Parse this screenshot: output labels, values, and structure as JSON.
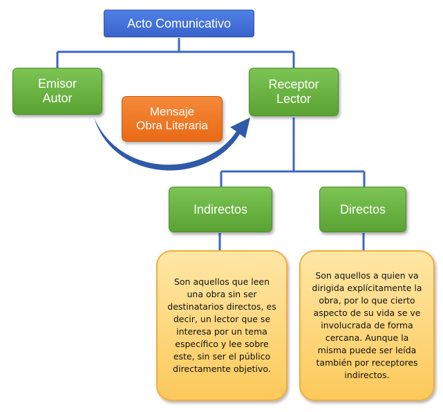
{
  "diagram": {
    "root": "Acto Comunicativo",
    "emisor": [
      "Emisor",
      "Autor"
    ],
    "receptor": [
      "Receptor",
      "Lector"
    ],
    "mensaje": [
      "Mensaje",
      "Obra Literaria"
    ],
    "indirectos": "Indirectos",
    "directos": "Directos",
    "indirectos_desc": "Son aquellos que leen una obra sin ser destinatarios directos, es decir, un lector que se interesa por un tema específico y lee sobre este, sin ser el público directamente objetivo.",
    "directos_desc": "Son aquellos a quien va dirigida explícitamente la obra, por lo que cierto aspecto de su vida se ve involucrada de forma cercana. Aunque la misma puede ser leída también por receptores indirectos."
  },
  "colors": {
    "connector": "#3a66c4",
    "arrow": "#2f5aa8",
    "root_box": "#3a63cc",
    "green_box": "#5aa332",
    "orange_box": "#e96a16",
    "note_fill": "#fcc95a",
    "note_border": "#f0ad3a"
  }
}
